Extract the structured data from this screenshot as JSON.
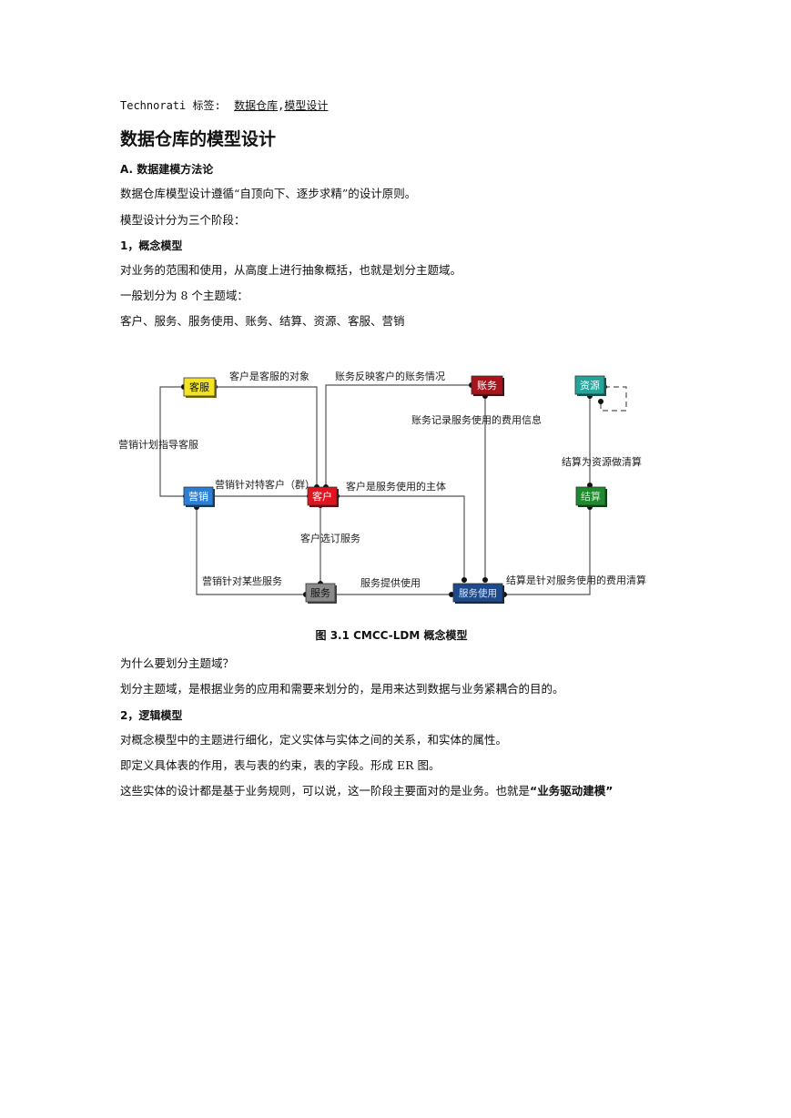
{
  "tags": {
    "prefix": "Technorati 标签:",
    "links": [
      "数据仓库",
      "模型设计"
    ],
    "separator": ","
  },
  "title": "数据仓库的模型设计",
  "section_a": {
    "heading": "A. 数据建模方法论",
    "p1": "数据仓库模型设计遵循“自顶向下、逐步求精”的设计原则。",
    "p2": "模型设计分为三个阶段："
  },
  "stage1": {
    "heading": "1，概念模型",
    "p1": "对业务的范围和使用，从高度上进行抽象概括，也就是划分主题域。",
    "p2": "一般划分为 8 个主题域：",
    "p3": "客户、服务、服务使用、账务、结算、资源、客服、营销"
  },
  "diagram": {
    "nodes": {
      "kefu": "客服",
      "zhangwu": "账务",
      "ziyuan": "资源",
      "yingxiao": "营销",
      "kehu": "客户",
      "jiesuan": "结算",
      "fuwu": "服务",
      "fuwushiyong": "服务使用"
    },
    "edges": {
      "kehu_kefu": "客户是客服的对象",
      "zhangwu_kehu": "账务反映客户的账务情况",
      "zhangwu_record": "账务记录服务使用的费用信息",
      "yingxiao_kefu": "营销计划指导客服",
      "jiesuan_ziyuan": "结算为资源做清算",
      "yingxiao_kehu": "营销针对特客户（群）",
      "kehu_fuwushiyong": "客户是服务使用的主体",
      "kehu_fuwu": "客户选订服务",
      "yingxiao_fuwu": "营销针对某些服务",
      "fuwu_fuwushiyong": "服务提供使用",
      "jiesuan_fuwushiyong": "结算是针对服务使用的费用清算"
    },
    "caption": "图 3.1 CMCC-LDM 概念模型",
    "colors": {
      "kefu": "#f2e325",
      "zhangwu": "#a8141a",
      "ziyuan": "#25a59a",
      "yingxiao": "#2c7fd6",
      "kehu": "#e0141e",
      "jiesuan": "#1e8a2e",
      "fuwu": "#8a8a8a",
      "fuwushiyong": "#1e4a8c"
    }
  },
  "after_diagram": {
    "p1": "为什么要划分主题域？",
    "p2": "划分主题域，是根据业务的应用和需要来划分的，是用来达到数据与业务紧耦合的目的。"
  },
  "stage2": {
    "heading": "2，逻辑模型",
    "p1": "对概念模型中的主题进行细化，定义实体与实体之间的关系，和实体的属性。",
    "p2": "即定义具体表的作用，表与表的约束，表的字段。形成 ER 图。",
    "p3": "这些实体的设计都是基于业务规则，可以说，这一阶段主要面对的是业务。也就是",
    "p3_bold": "“业务驱动建模”"
  }
}
